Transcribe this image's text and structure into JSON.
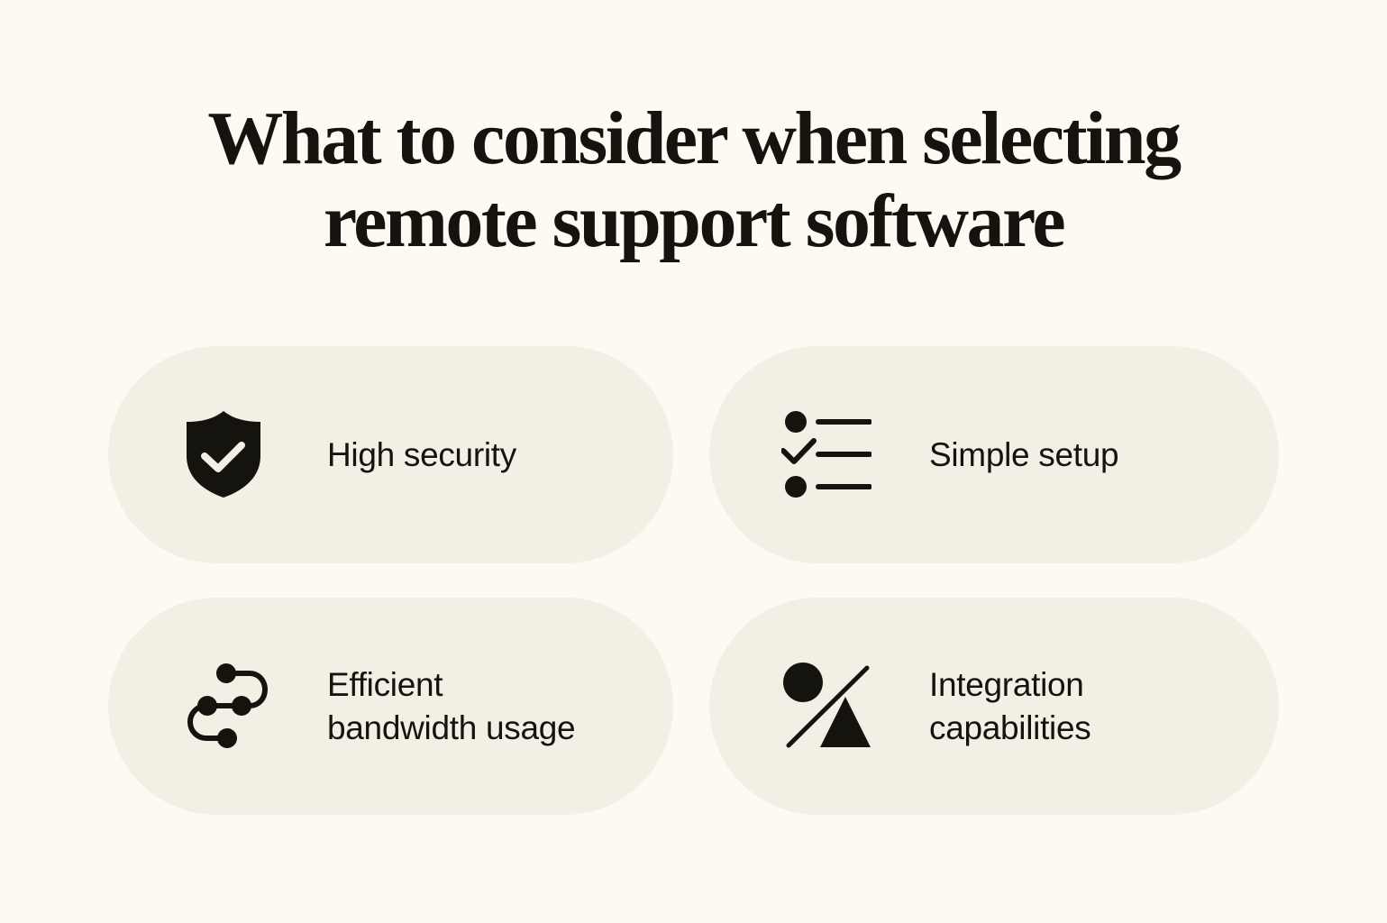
{
  "title": {
    "line1": "What to consider when selecting",
    "line2": "remote support software"
  },
  "colors": {
    "background": "#fdfaf3",
    "card": "#f3efe5",
    "text": "#15130e"
  },
  "cards": [
    {
      "icon": "shield-check-icon",
      "label": "High security"
    },
    {
      "icon": "checklist-icon",
      "label": "Simple setup"
    },
    {
      "icon": "path-nodes-icon",
      "label": "Efficient\nbandwidth usage"
    },
    {
      "icon": "shapes-slash-icon",
      "label": "Integration\ncapabilities"
    }
  ]
}
